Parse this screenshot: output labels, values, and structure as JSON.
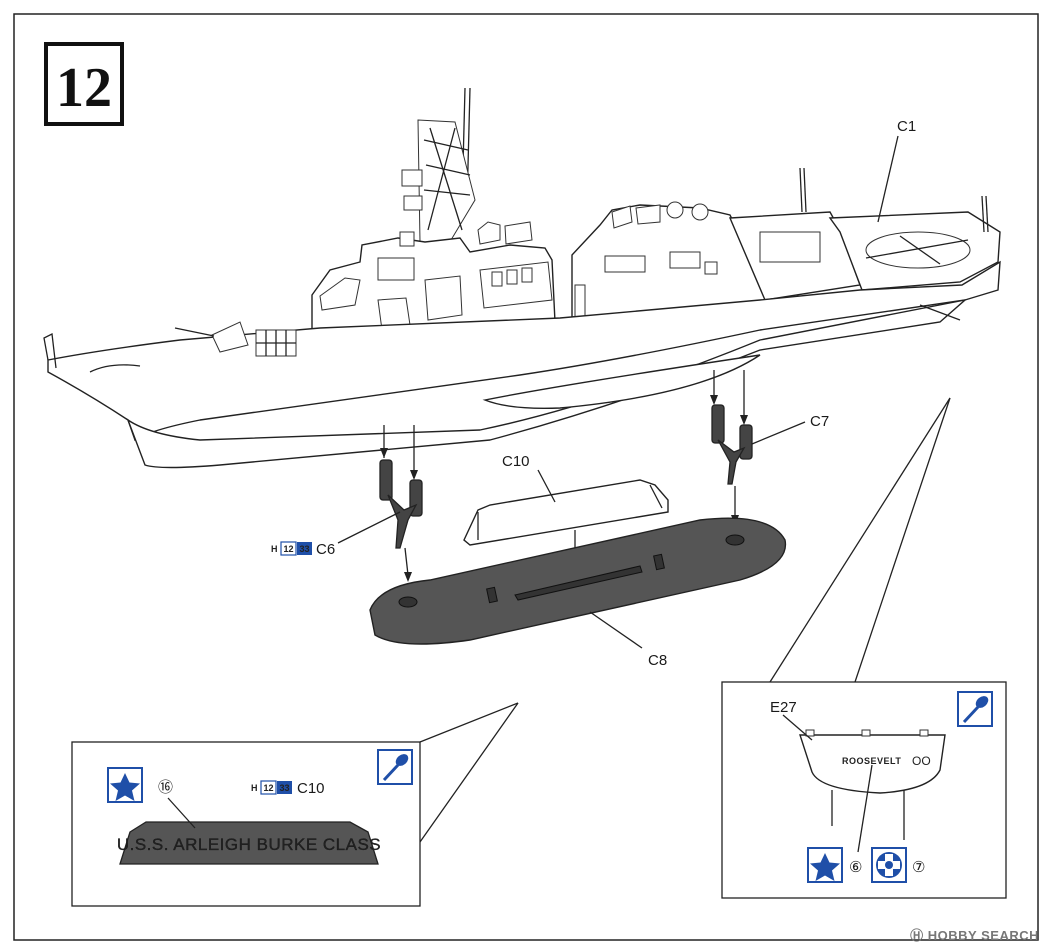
{
  "step": {
    "number": "12"
  },
  "parts": {
    "c1": "C1",
    "c7": "C7",
    "c10_main": "C10",
    "c6": "C6",
    "c8": "C8",
    "e27": "E27",
    "c10_inset": "C10"
  },
  "paint_ref": {
    "h_prefix": "H",
    "code_a": "12",
    "code_b": "33"
  },
  "decals": {
    "nameplate_text": "U.S.S. ARLEIGH BURKE CLASS",
    "ship_name": "ROOSEVELT",
    "hull_number": "OO",
    "num_16": "⑯",
    "num_6": "⑥",
    "num_7": "⑦"
  },
  "watermark": "HOBBY SEARCH",
  "colors": {
    "stand_gray": "#555555",
    "paint_blue": "#1f4fa8",
    "outline": "#222222"
  },
  "icons": [
    "decal-star-icon",
    "paint-brush-icon",
    "cross-decal-icon"
  ]
}
